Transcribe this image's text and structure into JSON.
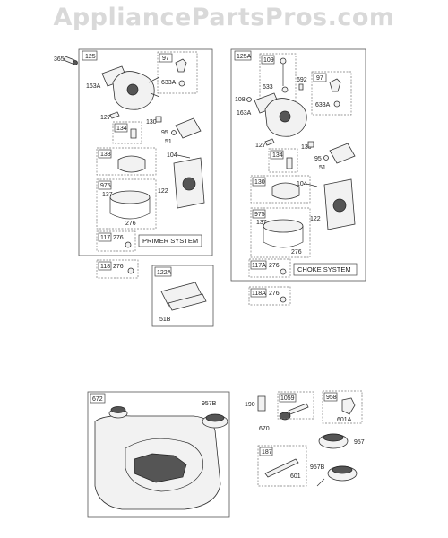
{
  "watermark": "AppliancePartsPros.com",
  "carb_left": {
    "frame_label": "125",
    "system_label": "PRIMER SYSTEM",
    "callout_365": "365",
    "boxes": {
      "b97": "97",
      "b134": "134",
      "b133": "133",
      "b975": "975",
      "b117": "117"
    },
    "labels": {
      "l163A": "163A",
      "l633A": "633A",
      "l127": "127",
      "l130": "130",
      "l95": "95",
      "l51": "51",
      "l104": "104",
      "l137": "137",
      "l122": "122",
      "l276a": "276",
      "l276b": "276"
    }
  },
  "box_118": {
    "tag": "118",
    "label": "276"
  },
  "box_122A": {
    "tag": "122A",
    "label": "51B"
  },
  "carb_right": {
    "frame_label": "125A",
    "system_label": "CHOKE SYSTEM",
    "boxes": {
      "b109": "109",
      "b97": "97",
      "b134": "134",
      "b130": "130",
      "b975": "975",
      "b117A": "117A"
    },
    "labels": {
      "l692": "692",
      "l633": "633",
      "l108": "108",
      "l163A": "163A",
      "l633A": "633A",
      "l127": "127",
      "l130": "130",
      "l95": "95",
      "l51": "51",
      "l104": "104",
      "l137": "137",
      "l122": "122",
      "l276a": "276",
      "l276b": "276"
    }
  },
  "box_118A": {
    "tag": "118A",
    "label": "276"
  },
  "tank": {
    "tag": "672",
    "label": "957B"
  },
  "fuel_parts": {
    "l190": "190",
    "l670": "670",
    "b1059": "1059",
    "b958": "958",
    "l601A": "601A",
    "b187": "187",
    "l601": "601",
    "l957": "957",
    "l957B": "957B"
  }
}
